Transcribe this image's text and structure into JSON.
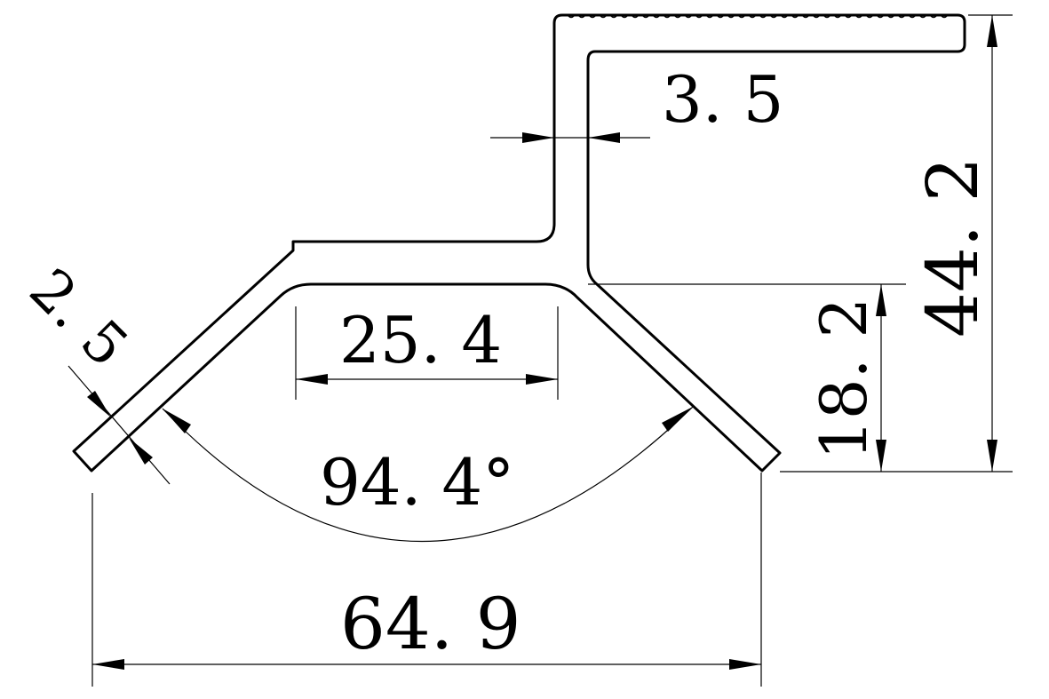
{
  "drawing": {
    "type": "profile cross-section technical drawing",
    "colors": {
      "line": "#000000",
      "background": "#ffffff"
    },
    "dimensions": {
      "top_wall_thickness": "3. 5",
      "overall_height": "44. 2",
      "inner_flat_width": "25. 4",
      "lower_height": "18. 2",
      "leg_thickness": "2. 5",
      "leg_angle": "94. 4°",
      "overall_width": "64. 9"
    }
  }
}
